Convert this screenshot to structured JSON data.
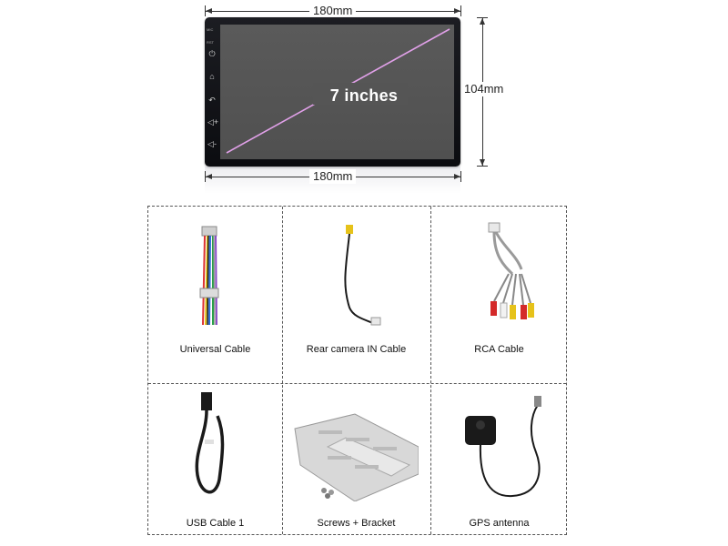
{
  "dimensions": {
    "top_width": "180mm",
    "bottom_width": "180mm",
    "height": "104mm"
  },
  "head_unit": {
    "screen_label": "7 inches",
    "side_labels": [
      "MIC",
      "RST"
    ]
  },
  "accessories": [
    {
      "name": "Universal Cable"
    },
    {
      "name": "Rear camera IN Cable"
    },
    {
      "name": "RCA Cable"
    },
    {
      "name": "USB Cable 1"
    },
    {
      "name": "Screws + Bracket"
    },
    {
      "name": "GPS antenna"
    }
  ],
  "colors": {
    "screen_diagonal": "#e0a0e8",
    "wire_black": "#1a1a1a",
    "rca_red": "#d42a2a",
    "rca_yellow": "#e6c21a",
    "rca_white": "#f2f2f2"
  }
}
